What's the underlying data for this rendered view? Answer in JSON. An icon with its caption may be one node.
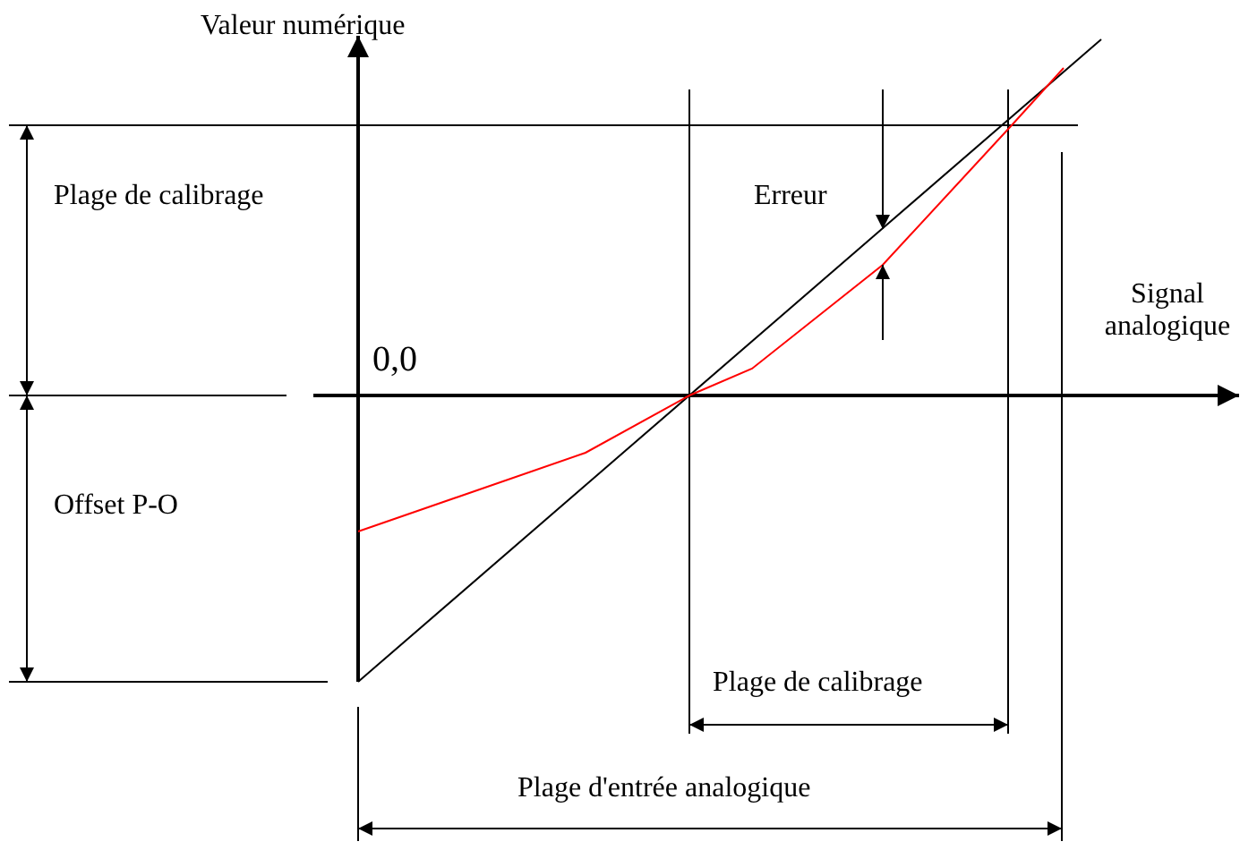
{
  "diagram": {
    "labels": [
      "Valeur numérique",
      "Plage de calibrage",
      "Erreur",
      "Signal analogique",
      "0,0",
      "Offset P-O",
      "Plage de calibrage",
      "Plage d'entrée analogique"
    ]
  }
}
